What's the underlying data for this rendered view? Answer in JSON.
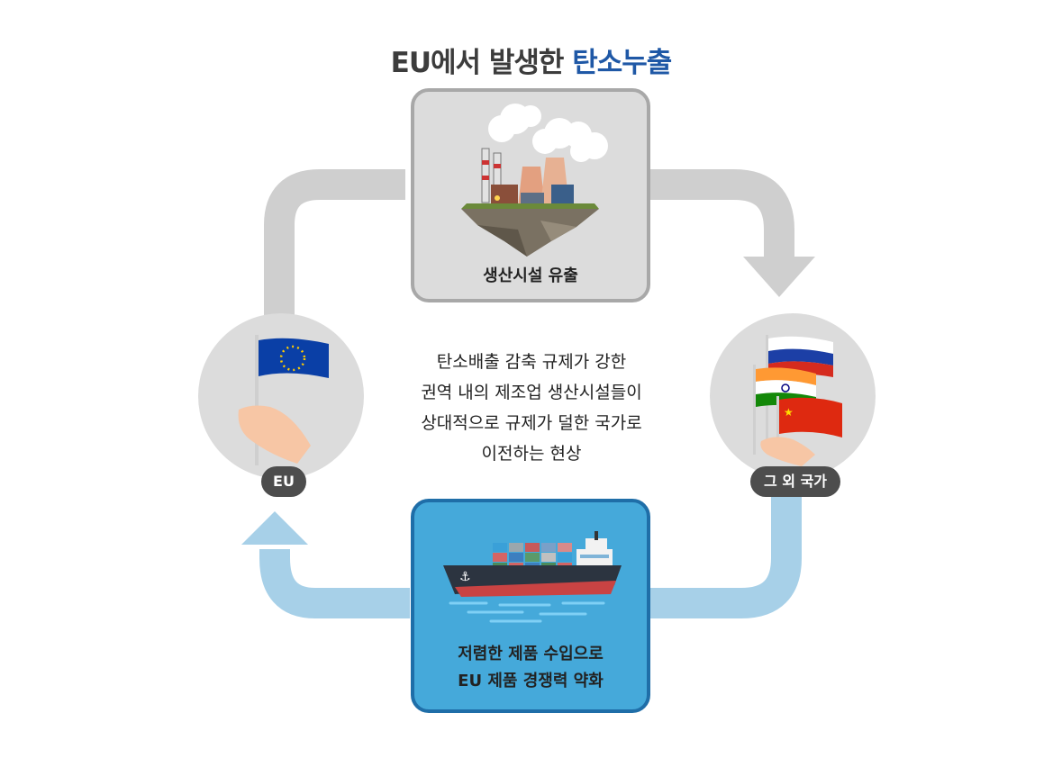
{
  "title": {
    "prefix": "EU에서 발생한 ",
    "accent": "탄소누출"
  },
  "top_box": {
    "caption": "생산시설 유출"
  },
  "bottom_box": {
    "line1": "저렴한 제품 수입으로",
    "line2": "EU 제품 경쟁력 약화"
  },
  "center_text": [
    "탄소배출 감축 규제가 강한",
    "권역 내의 제조업 생산시설들이",
    "상대적으로 규제가 덜한 국가로",
    "이전하는 현상"
  ],
  "left_node": {
    "label": "EU"
  },
  "right_node": {
    "label": "그 외 국가"
  },
  "colors": {
    "title_accent": "#1f58a6",
    "gray_arrow": "#cfcfcf",
    "blue_arrow": "#a7d0e8",
    "ship_box": "#45a9da",
    "factory_box": "#dcdcdc"
  }
}
